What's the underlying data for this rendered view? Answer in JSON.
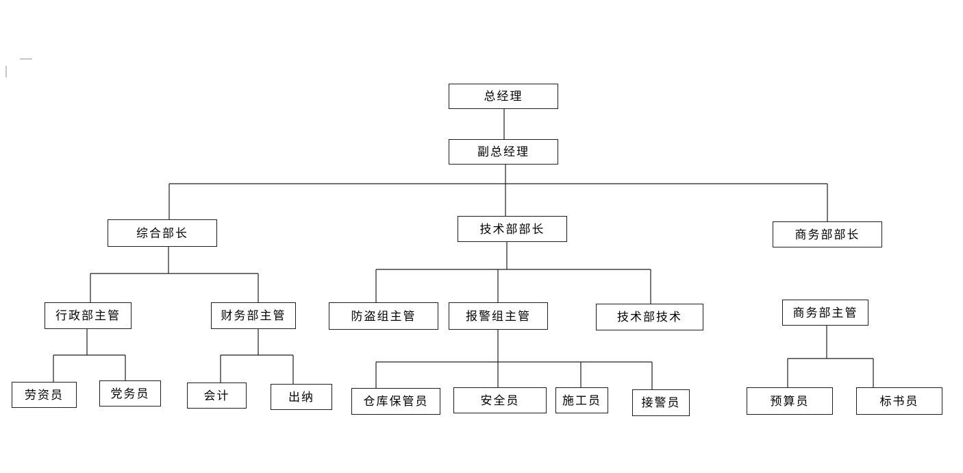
{
  "diagram": {
    "type": "org-chart",
    "background_color": "#ffffff",
    "box_border_color": "#1c1c1c",
    "box_fill_color": "#ffffff",
    "line_color": "#1c1c1c",
    "text_color": "#000000",
    "nodes": [
      {
        "id": "gm",
        "label": "总经理",
        "parent": null,
        "level": 1
      },
      {
        "id": "dgm",
        "label": "副总经理",
        "parent": "gm",
        "level": 2
      },
      {
        "id": "zhbz",
        "label": "综合部长",
        "parent": "dgm",
        "level": 3
      },
      {
        "id": "jsbz",
        "label": "技术部部长",
        "parent": "dgm",
        "level": 3
      },
      {
        "id": "swbz",
        "label": "商务部部长",
        "parent": "dgm",
        "level": 3
      },
      {
        "id": "xzzg",
        "label": "行政部主管",
        "parent": "zhbz",
        "level": 4
      },
      {
        "id": "cwzg",
        "label": "财务部主管",
        "parent": "zhbz",
        "level": 4
      },
      {
        "id": "fdzg",
        "label": "防盗组主管",
        "parent": "jsbz",
        "level": 4
      },
      {
        "id": "bjzg",
        "label": "报警组主管",
        "parent": "jsbz",
        "level": 4
      },
      {
        "id": "jsjs",
        "label": "技术部技术",
        "parent": "jsbz",
        "level": 4
      },
      {
        "id": "swzg",
        "label": "商务部主管",
        "parent": "swbz",
        "level": 4
      },
      {
        "id": "lzy",
        "label": "劳资员",
        "parent": "xzzg",
        "level": 5
      },
      {
        "id": "dwy",
        "label": "党务员",
        "parent": "xzzg",
        "level": 5
      },
      {
        "id": "kj",
        "label": "会计",
        "parent": "cwzg",
        "level": 5
      },
      {
        "id": "cn",
        "label": "出纳",
        "parent": "cwzg",
        "level": 5
      },
      {
        "id": "ckbgy",
        "label": "仓库保管员",
        "parent": "bjzg",
        "level": 5
      },
      {
        "id": "aqy",
        "label": "安全员",
        "parent": "bjzg",
        "level": 5
      },
      {
        "id": "sgy",
        "label": "施工员",
        "parent": "bjzg",
        "level": 5
      },
      {
        "id": "jjy",
        "label": "接警员",
        "parent": "bjzg",
        "level": 5
      },
      {
        "id": "ysy",
        "label": "预算员",
        "parent": "swzg",
        "level": 5
      },
      {
        "id": "bsy",
        "label": "标书员",
        "parent": "swzg",
        "level": 5
      }
    ]
  }
}
